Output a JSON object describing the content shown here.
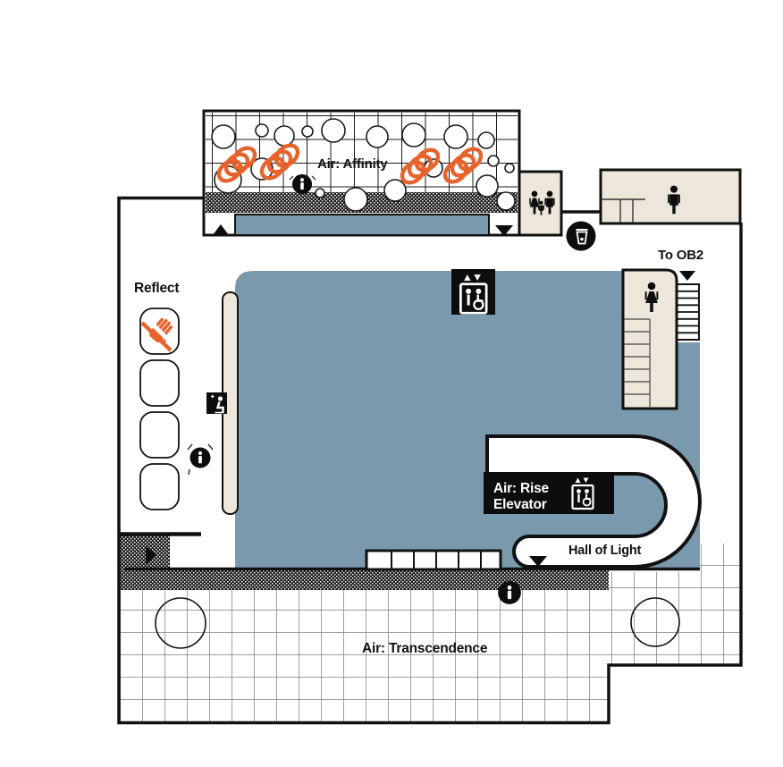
{
  "labels": {
    "affinity": "Air: Affinity",
    "reflect": "Reflect",
    "rise_line1": "Air: Rise",
    "rise_line2": "Elevator",
    "hall_of_light": "Hall of Light",
    "transcendence": "Air: Transcendence",
    "to_ob2": "To OB2"
  },
  "colors": {
    "hall_blue": "#7b99ac",
    "room_cream": "#ece7da",
    "accent_orange": "#e7632c",
    "ink": "#111111",
    "grid_gray": "#7f7f7f"
  },
  "icons": {
    "info-icon": "i in black circle",
    "accessible-elevator-icon": "up/down triangles over boxed person and wheelchair",
    "no-touching-icon": "orange hand with diagonal slash",
    "drinking-fountain-icon": "white cup in black circle",
    "quiet-room-icon": "white kneeling person in black square",
    "family-restroom-icon": "woman, child and man figures",
    "man-icon": "standing man figure",
    "woman-icon": "standing woman figure",
    "stairs-icon": "ladder rungs",
    "arrow-up-icon": "black triangle up",
    "arrow-down-icon": "black triangle down",
    "arrow-right-icon": "black triangle right",
    "exhibit-coil-icon": "orange spring coil"
  }
}
